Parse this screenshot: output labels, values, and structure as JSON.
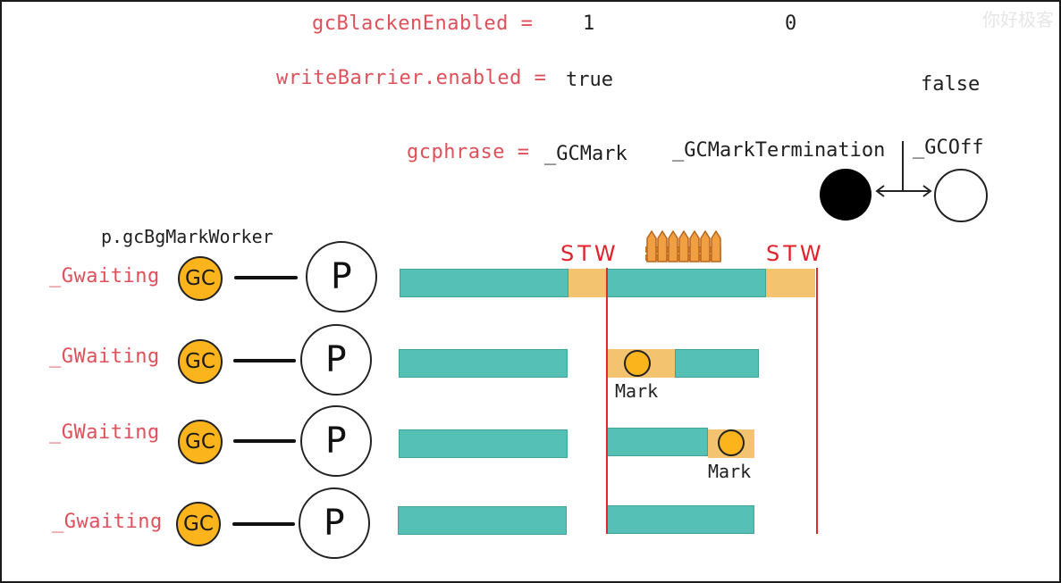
{
  "watermark": "你好极客",
  "state": {
    "gcblacken": {
      "label": "gcBlackenEnabled =",
      "values": [
        "1",
        "0"
      ]
    },
    "writebarrier": {
      "label": "writeBarrier.enabled =",
      "values": [
        "true",
        "false"
      ]
    },
    "gcphase": {
      "label": "gcphrase =",
      "values": [
        "_GCMark",
        "_GCMarkTermination",
        "_GCOff"
      ]
    }
  },
  "worker_title": "p.gcBgMarkWorker",
  "rows": [
    {
      "status": "_Gwaiting",
      "gc_label": "GC",
      "p_label": "P"
    },
    {
      "status": "_GWaiting",
      "gc_label": "GC",
      "p_label": "P"
    },
    {
      "status": "_GWaiting",
      "gc_label": "GC",
      "p_label": "P"
    },
    {
      "status": "_Gwaiting",
      "gc_label": "GC",
      "p_label": "P"
    }
  ],
  "stw_labels": [
    "STW",
    "STW"
  ],
  "mark_labels": [
    "Mark",
    "Mark"
  ],
  "colors": {
    "label_red": "#e0505a",
    "stw_red": "#e2222b",
    "run_teal": "#55c0b6",
    "gc_orange": "#f4c370",
    "worker_yellow": "#fbb41c"
  },
  "icons": {
    "barrier": "fence-icon",
    "mark_termination_state": "filled-circle",
    "gc_off_state": "empty-circle"
  }
}
